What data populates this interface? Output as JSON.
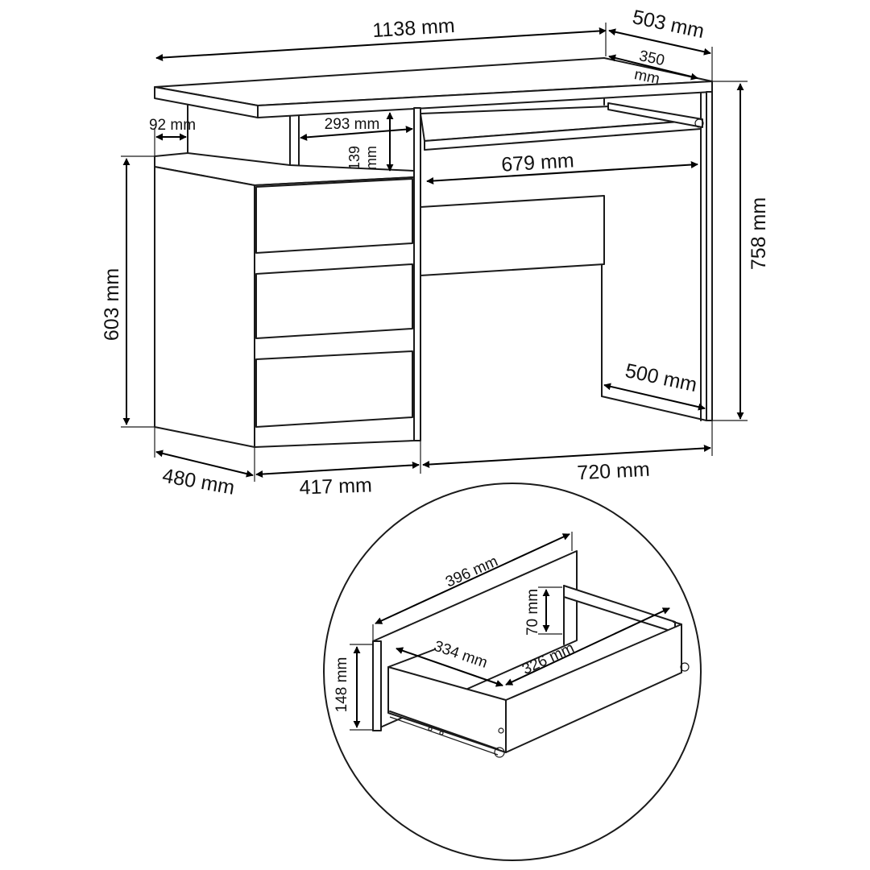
{
  "desk": {
    "total_width": "1138 mm",
    "depth": "503 mm",
    "keyboard_tray_depth_value": "350",
    "keyboard_tray_depth_unit": "mm",
    "side_shelf_width": "92 mm",
    "open_shelf_width": "293 mm",
    "open_shelf_height_value": "139",
    "open_shelf_height_unit": "mm",
    "keyboard_tray_width": "679 mm",
    "height": "758 mm",
    "cabinet_height": "603 mm",
    "legroom_depth": "500 mm",
    "cabinet_depth": "480 mm",
    "cabinet_width": "417 mm",
    "legroom_width": "720 mm"
  },
  "drawer_detail": {
    "outer_length": "396 mm",
    "front_height": "148 mm",
    "inner_height": "70 mm",
    "inner_length": "334 mm",
    "inner_width": "326 mm"
  }
}
